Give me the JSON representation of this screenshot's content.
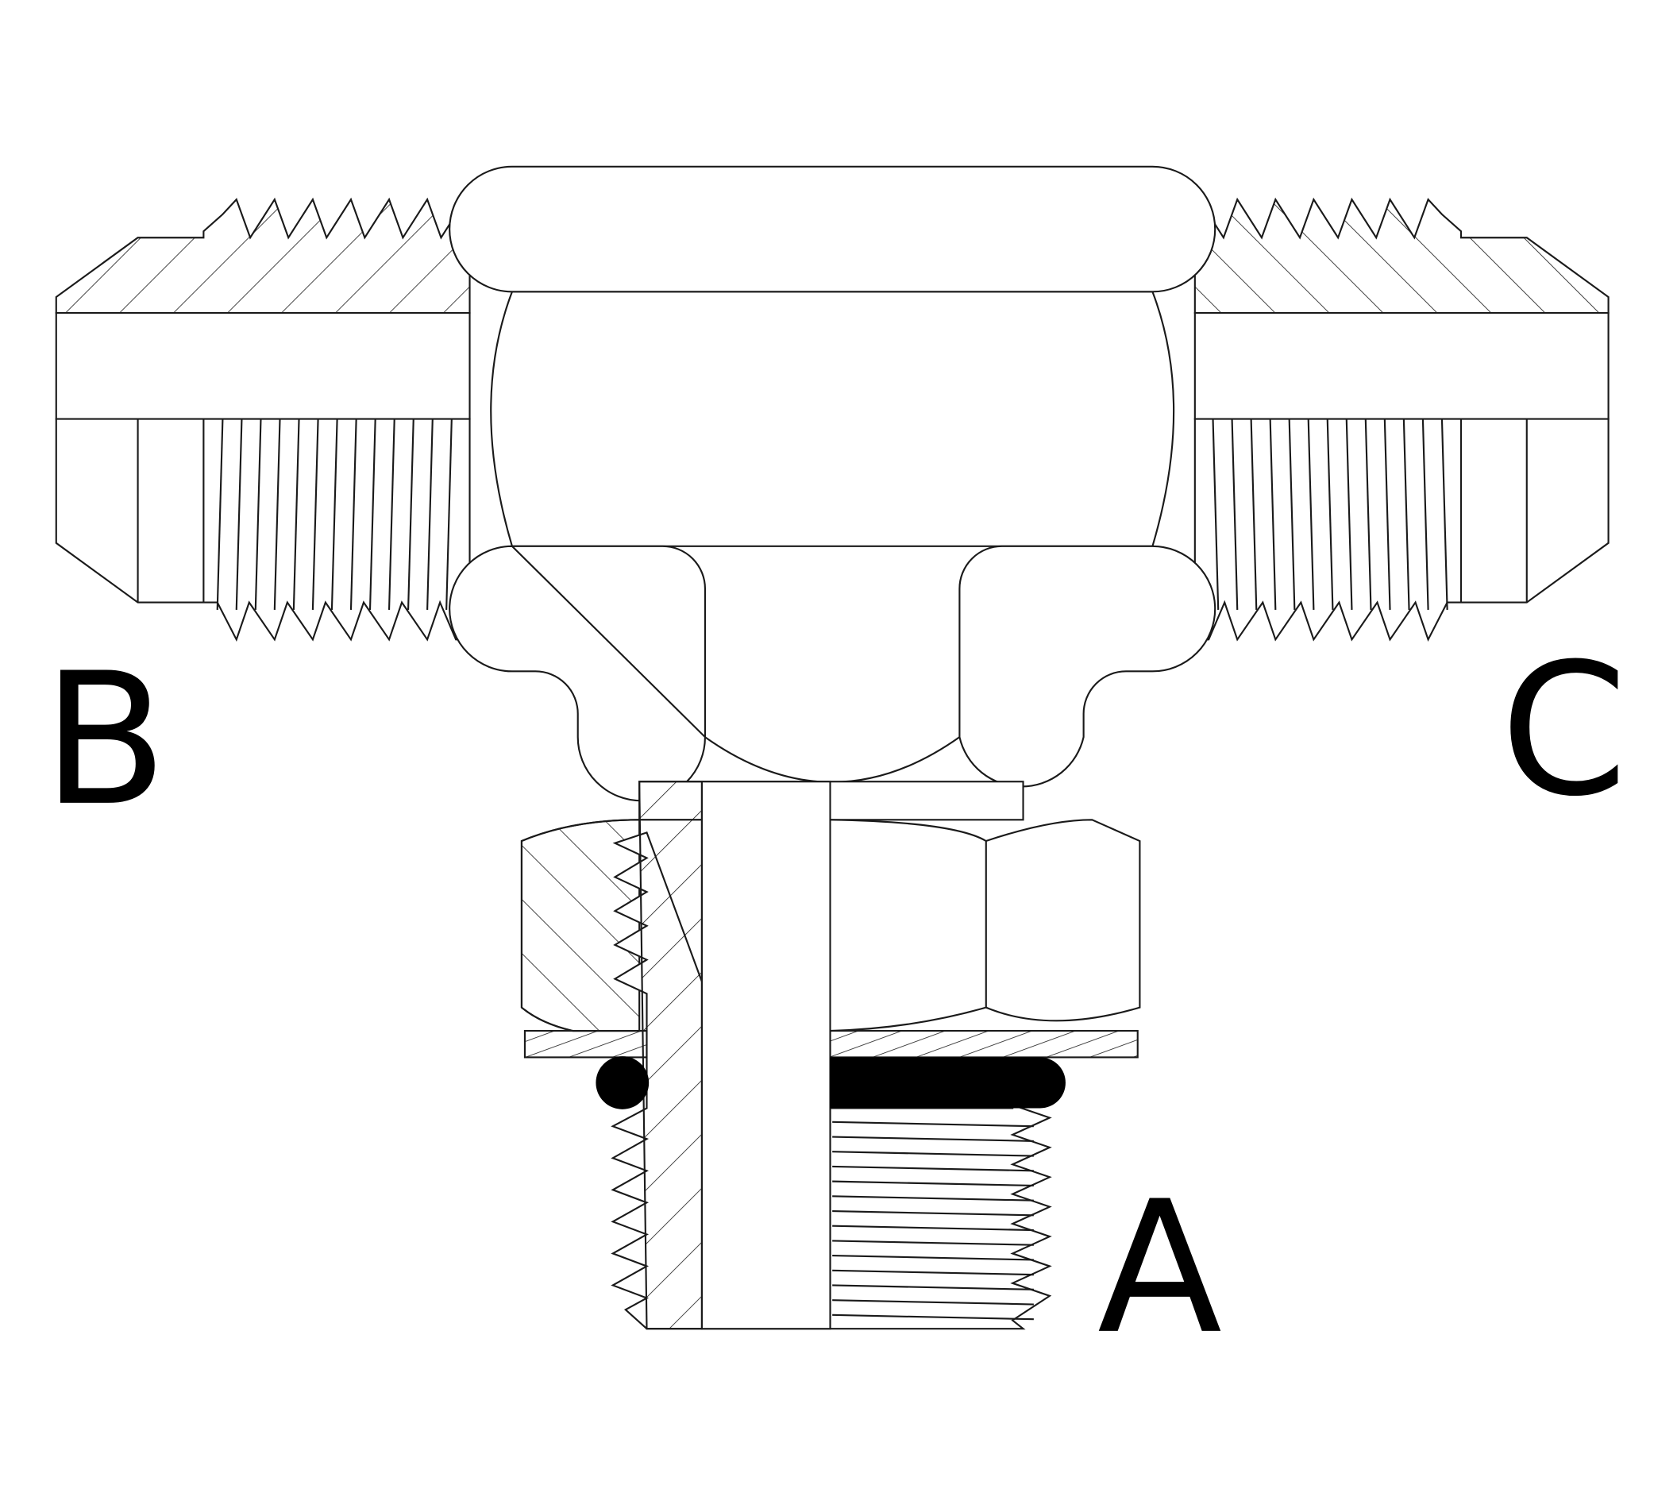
{
  "diagram": {
    "labels": {
      "port_a": "A",
      "port_b": "B",
      "port_c": "C"
    },
    "colors": {
      "line": "#1a1a1a",
      "seal": "#000000",
      "background": "#ffffff"
    }
  }
}
